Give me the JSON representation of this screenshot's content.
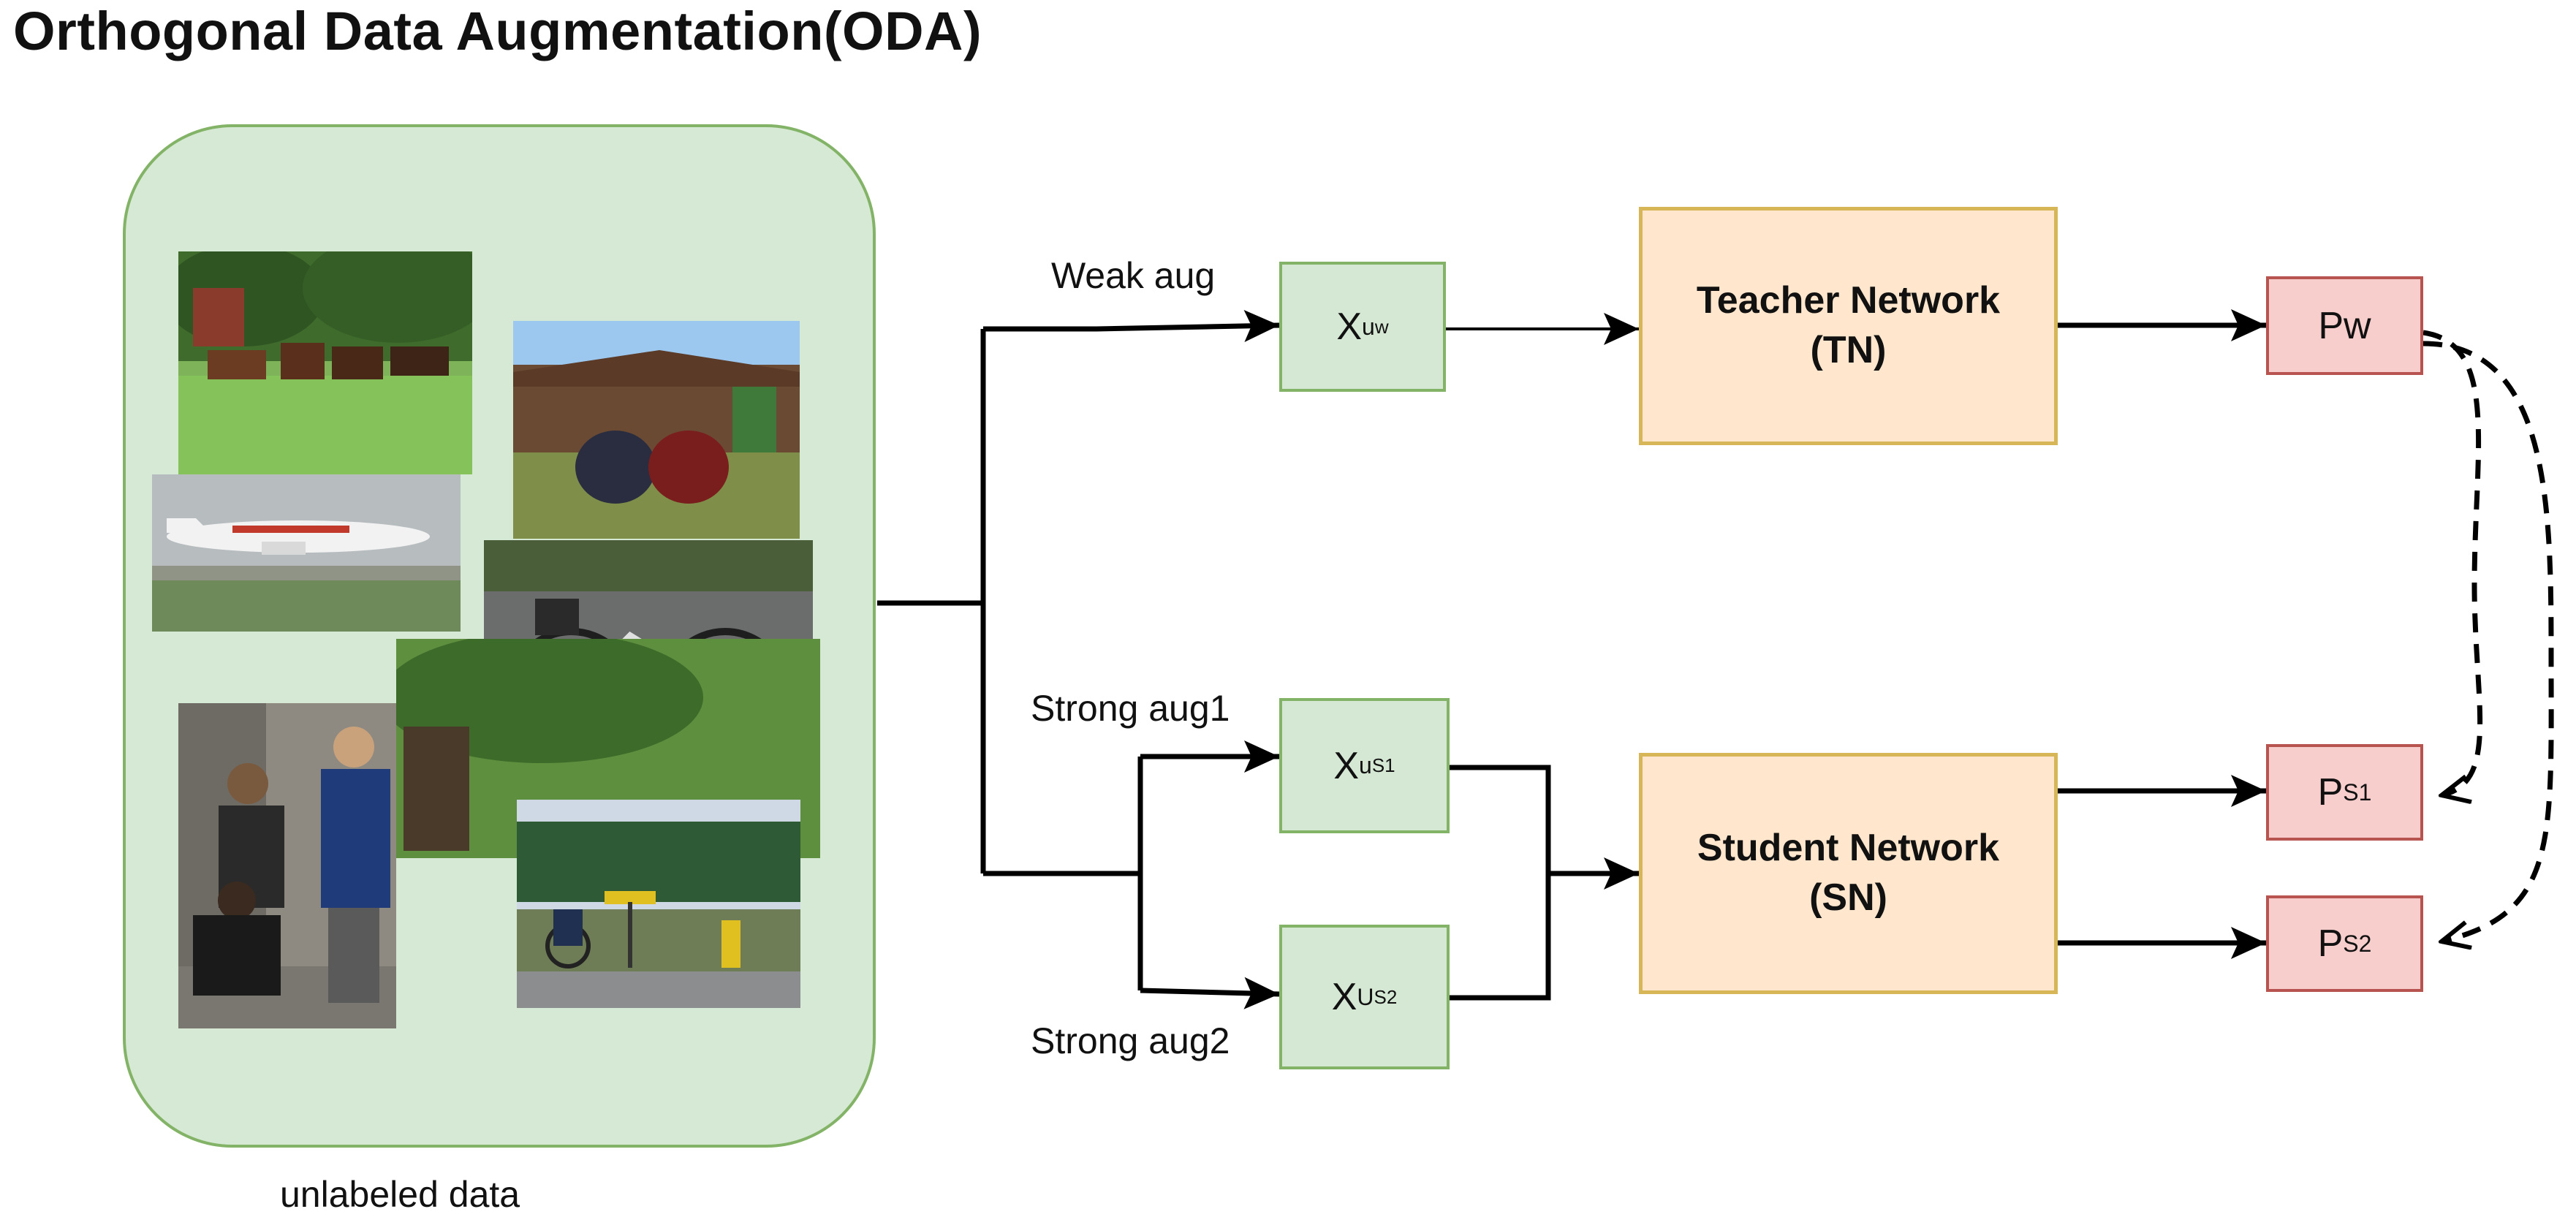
{
  "title": "Orthogonal Data Augmentation(ODA)",
  "pool_caption": "unlabeled data",
  "labels": {
    "weak": "Weak aug",
    "strong1": "Strong aug1",
    "strong2": "Strong aug2"
  },
  "nodes": {
    "xw": {
      "base": "X",
      "sub": "u",
      "sup": "w"
    },
    "xs1": {
      "base": "X",
      "sub": "u",
      "sup": "S1"
    },
    "xs2": {
      "base": "X",
      "sub": "U",
      "sup": "S2"
    },
    "teacher": {
      "line1": "Teacher Network",
      "line2": "(TN)"
    },
    "student": {
      "line1": "Student Network",
      "line2": "(SN)"
    },
    "pw": {
      "text": "Pw"
    },
    "ps1": {
      "base": "P",
      "sub": "S1"
    },
    "ps2": {
      "base": "P",
      "sub": "S2"
    }
  },
  "colors": {
    "green_fill": "#d5e8d4",
    "green_stroke": "#82b366",
    "orange_fill": "#ffe6cc",
    "orange_stroke": "#d6b656",
    "red_fill": "#f8cecc",
    "red_stroke": "#b85450"
  },
  "images": [
    "cows-in-field",
    "motorcycles-by-shed",
    "air-canada-airplane",
    "bicycle-with-panniers",
    "people-with-dog",
    "cyclists-by-road-sign"
  ]
}
